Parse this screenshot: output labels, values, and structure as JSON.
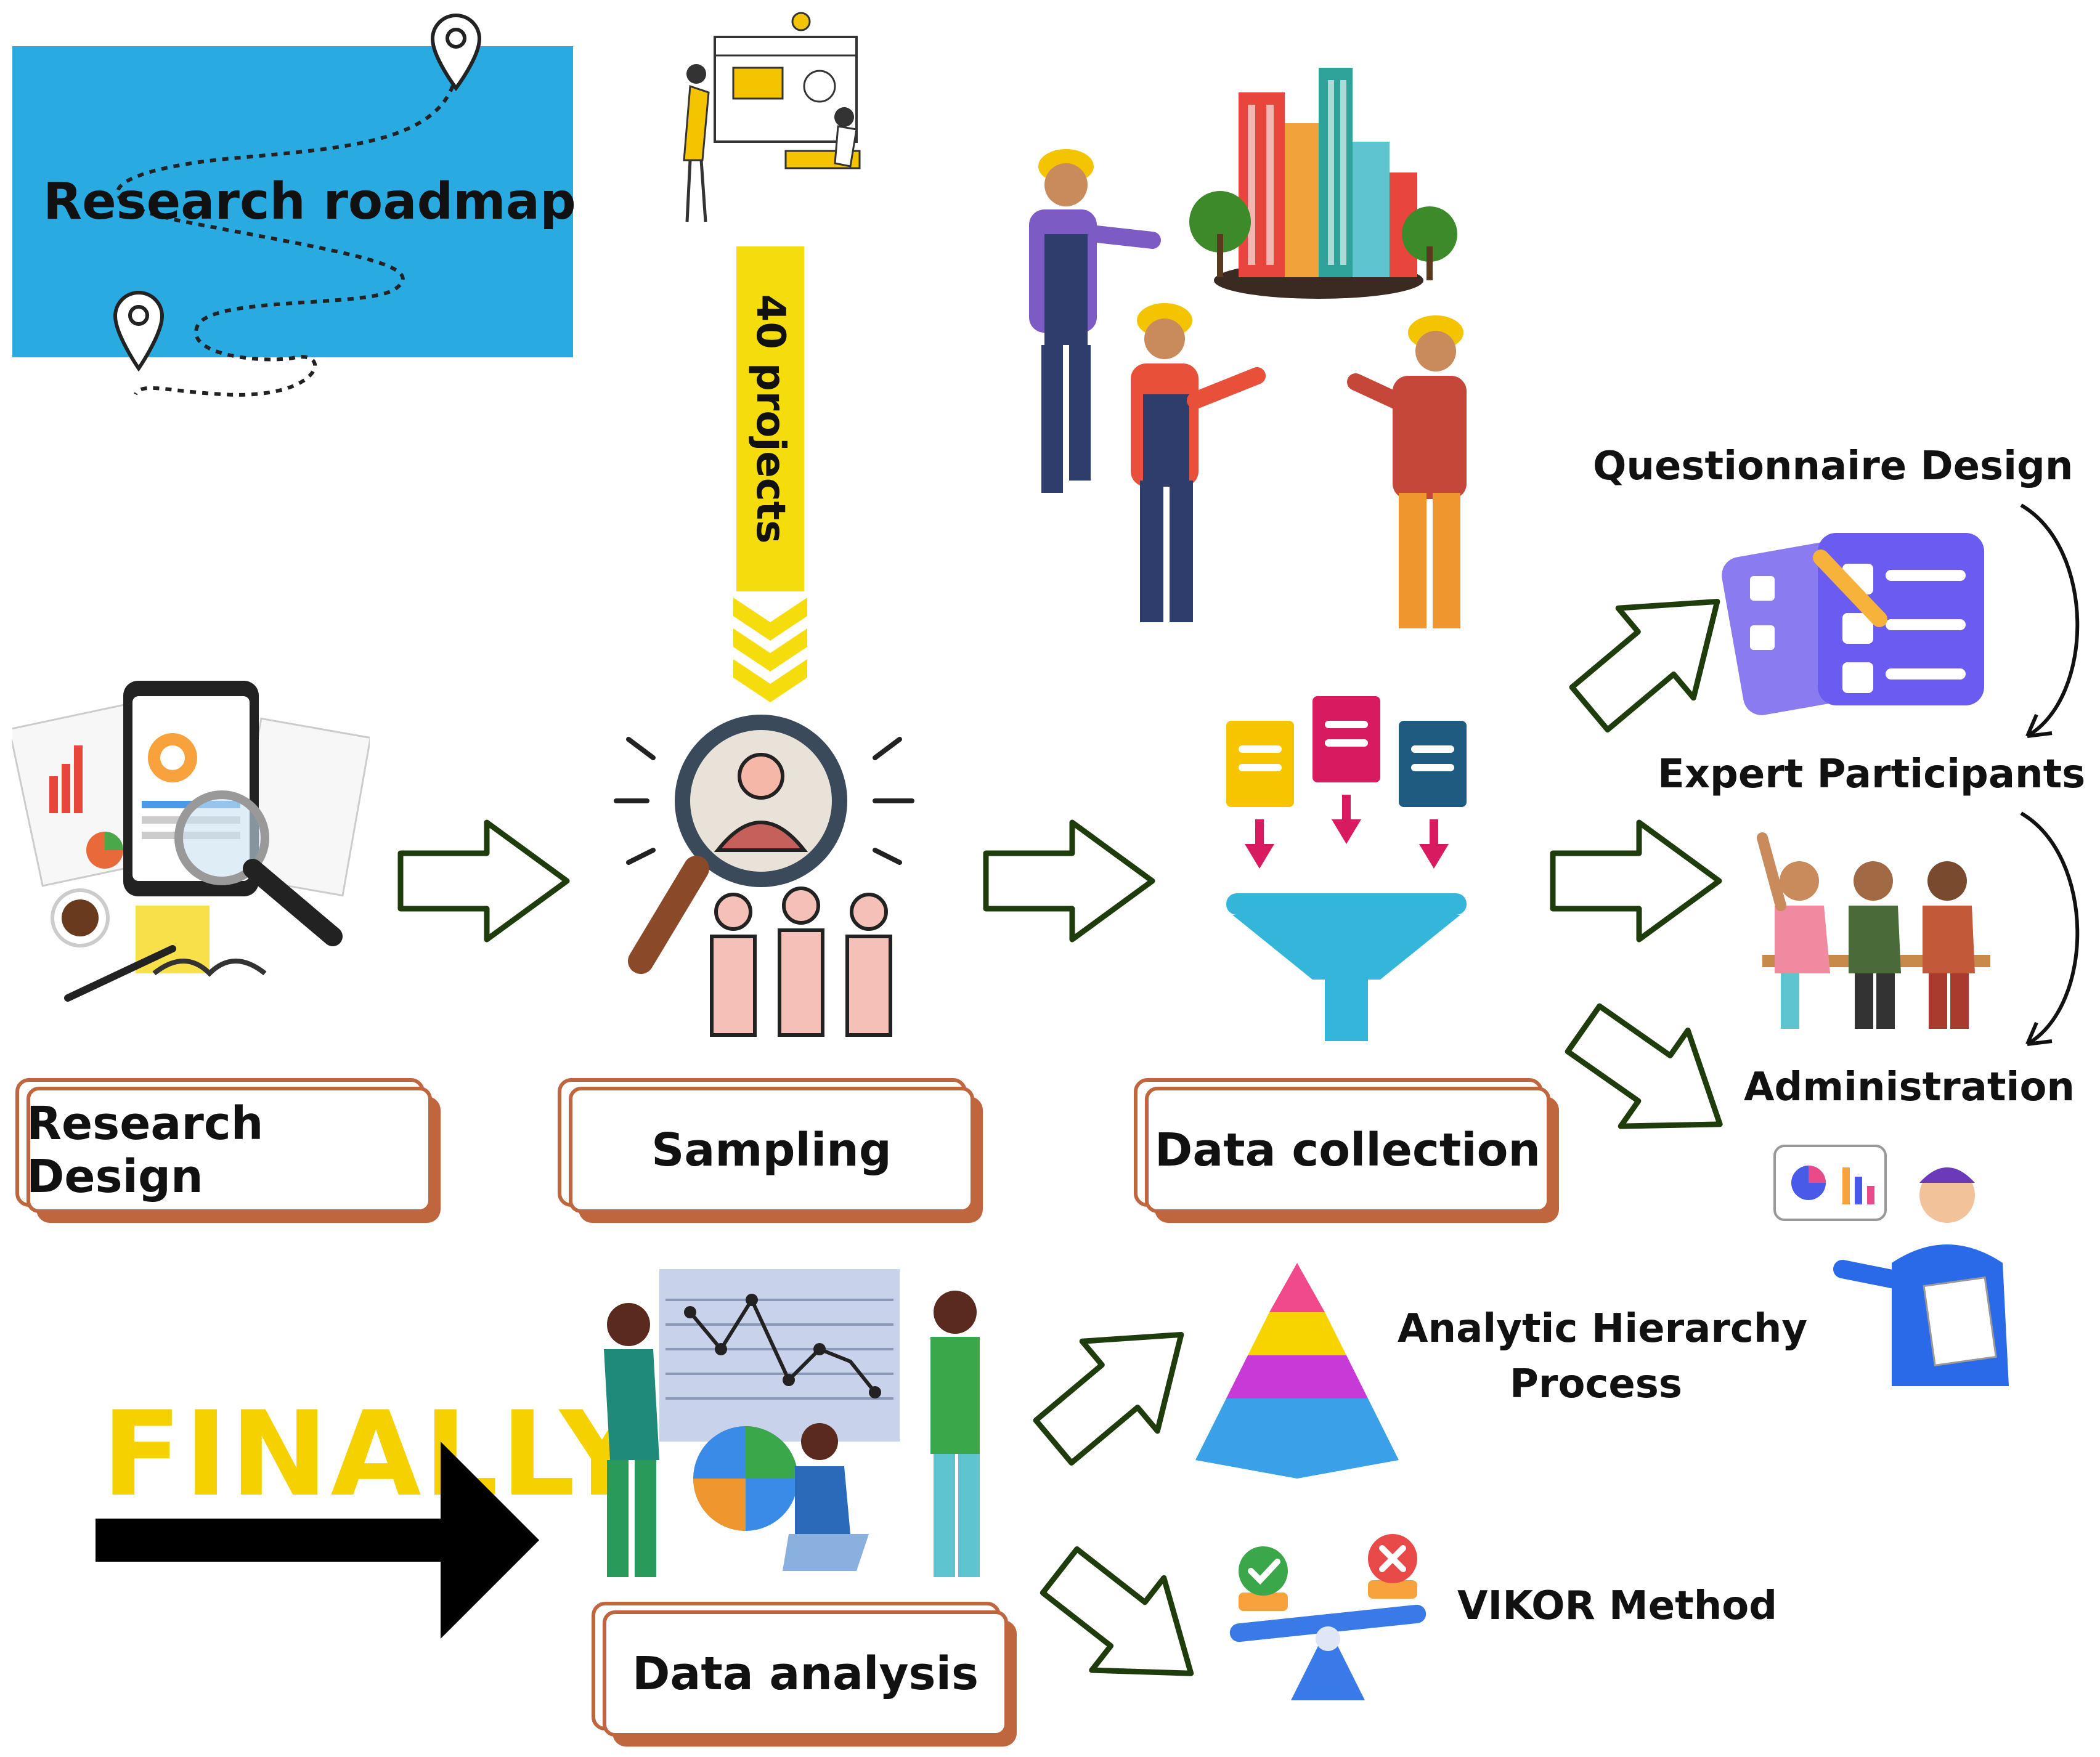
{
  "title": "Research roadmap",
  "sample_label": "40 projects",
  "stages": {
    "research_design": "Research Design",
    "sampling": "Sampling",
    "data_collection": "Data collection",
    "data_analysis": "Data analysis"
  },
  "collection_steps": {
    "questionnaire": "Questionnaire Design",
    "experts": "Expert Participants",
    "administration": "Administration"
  },
  "analysis_methods": {
    "ahp_line1": "Analytic Hierarchy",
    "ahp_line2": "Process",
    "vikor": "VIKOR Method"
  },
  "finally_label": "FINALLY",
  "colors": {
    "title_bg": "#29abe2",
    "banner": "#f5dc0c",
    "stage_border": "#c0663e",
    "arrow_outline": "#1f3d0c",
    "finally": "#f5d100"
  }
}
